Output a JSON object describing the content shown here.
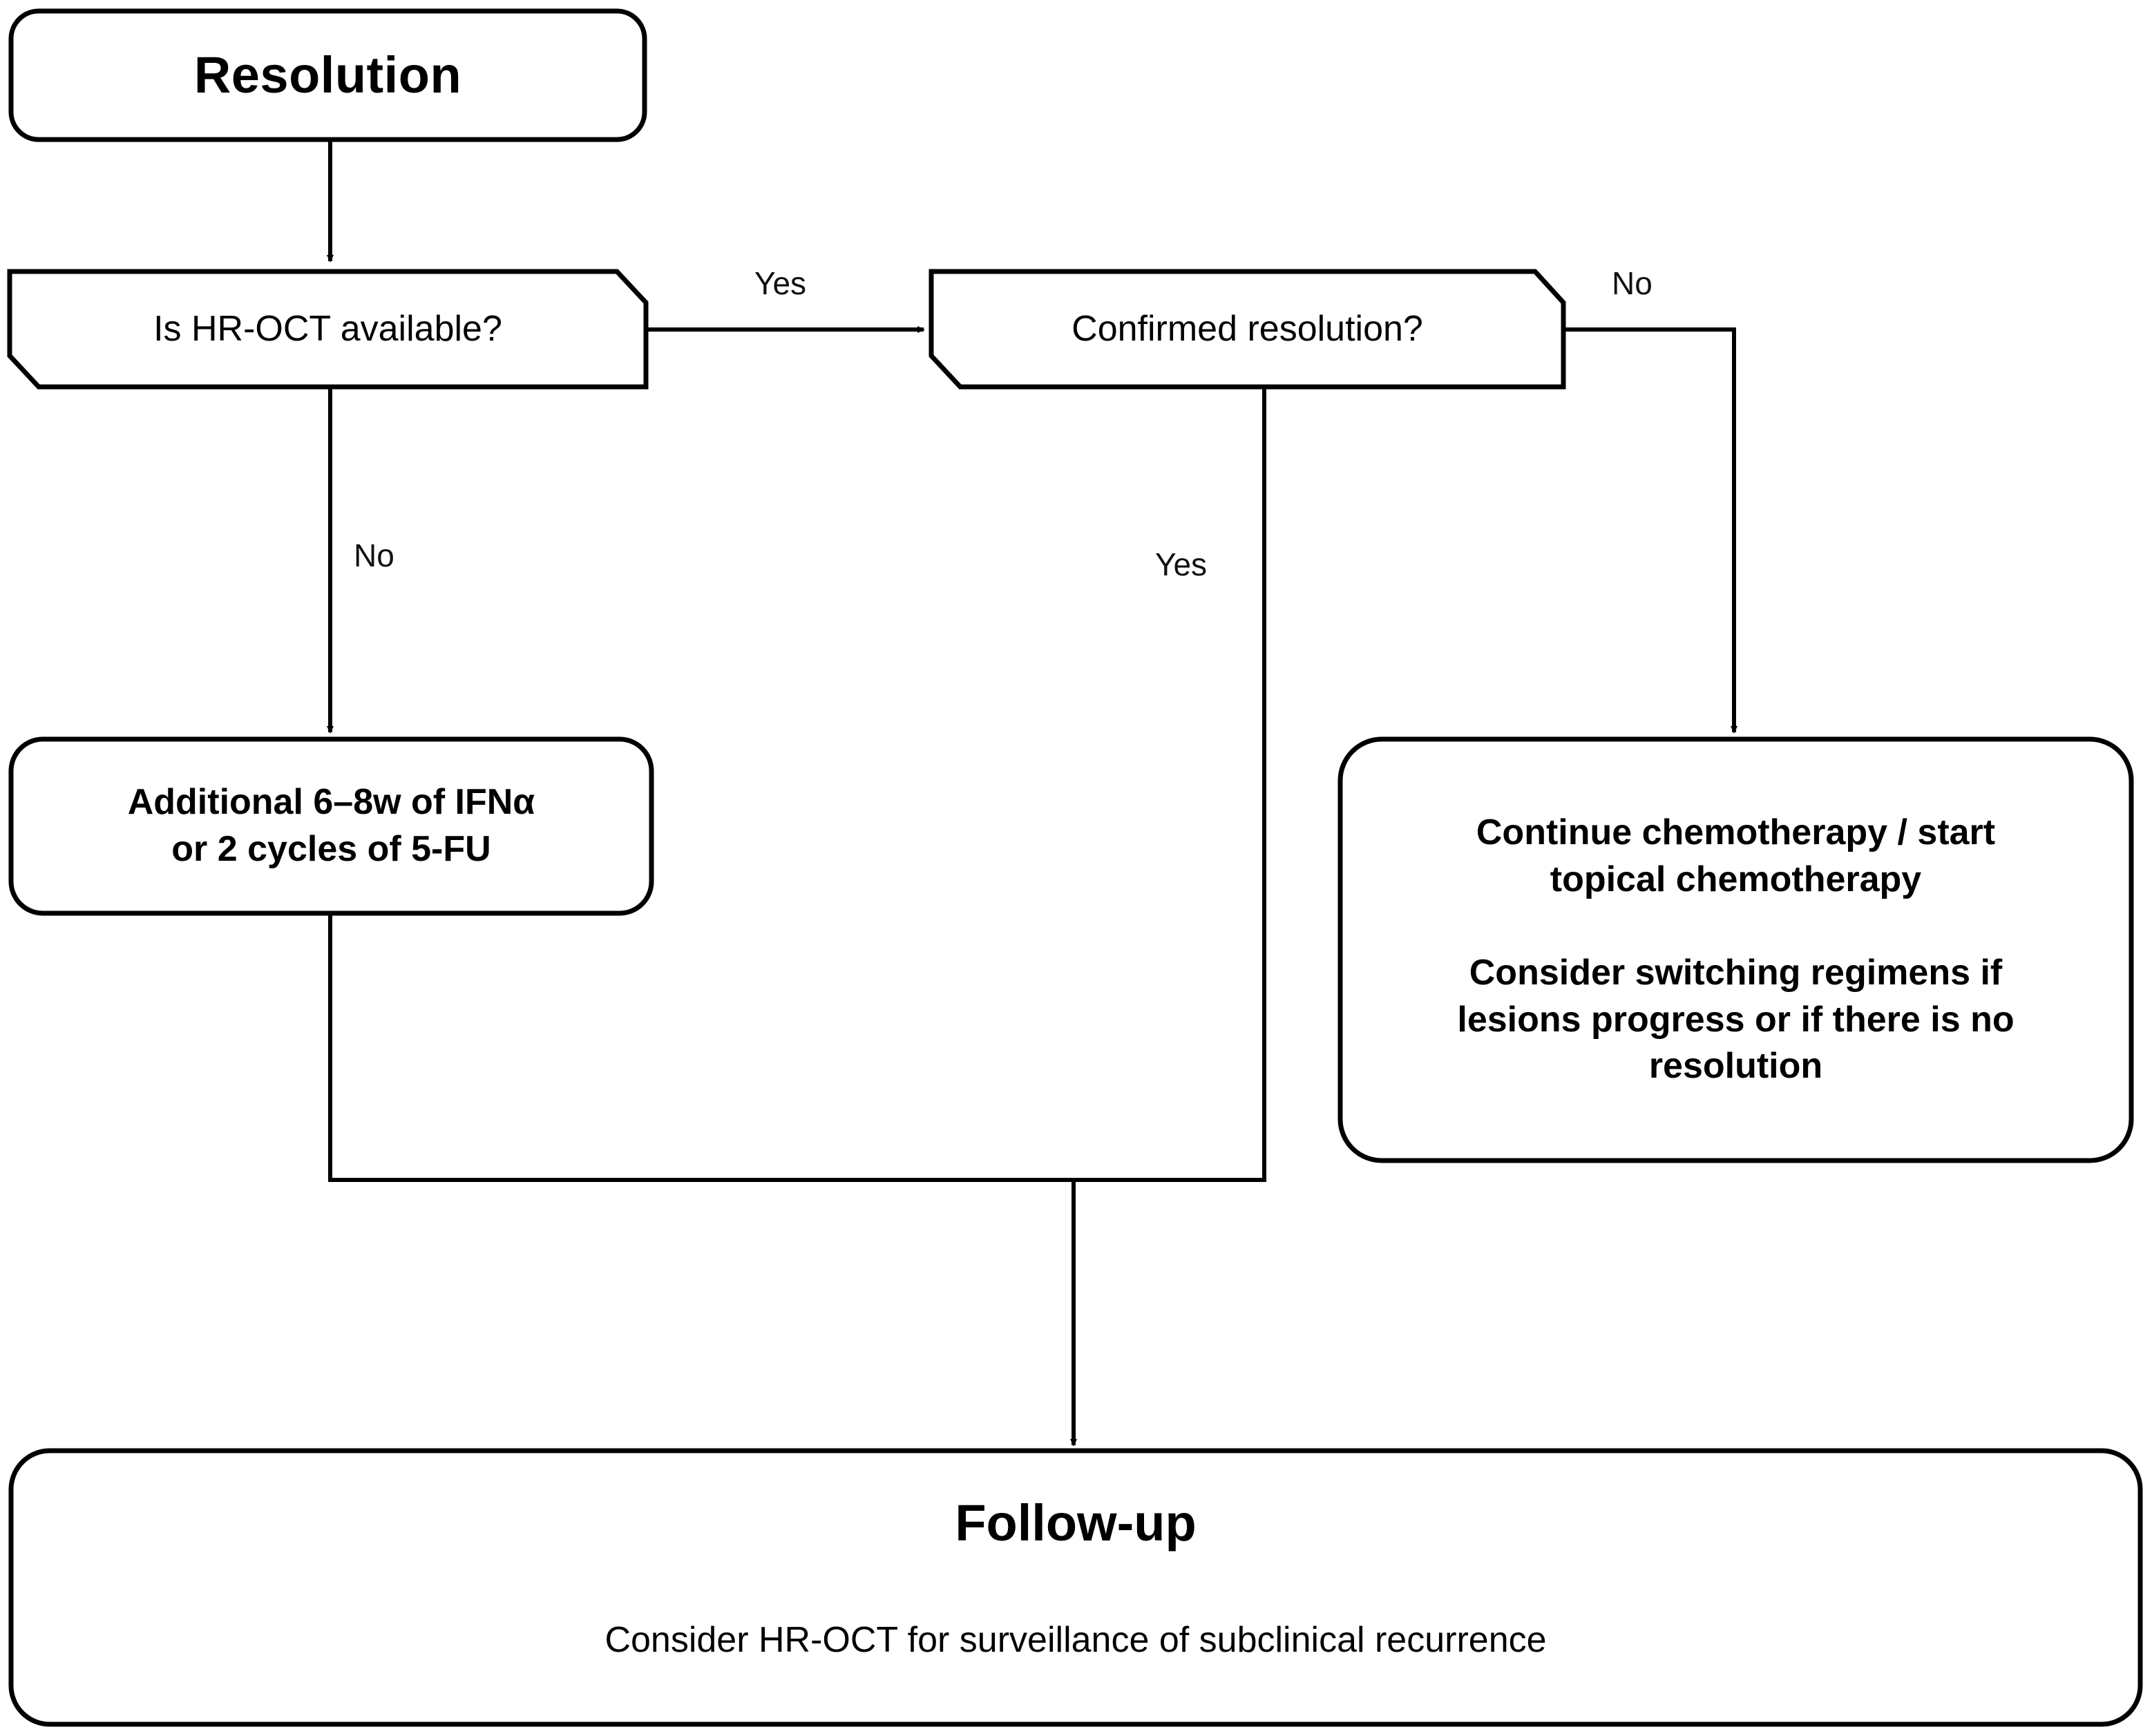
{
  "diagram": {
    "type": "clinical-decision-flowchart",
    "title_node": "Resolution",
    "background": "#ffffff",
    "stroke": "#000000",
    "nodes": [
      {
        "id": "resolution",
        "shape": "rounded-rectangle",
        "label": "Resolution",
        "emphasis": "bold-large"
      },
      {
        "id": "hroct_available",
        "shape": "beveled-decision",
        "label": "Is HR-OCT available?",
        "emphasis": "regular"
      },
      {
        "id": "confirmed_resolution",
        "shape": "beveled-decision",
        "label": "Confirmed resolution?",
        "emphasis": "regular"
      },
      {
        "id": "additional_course",
        "shape": "rounded-rectangle",
        "label": "Additional 6–8w of IFNα\nor 2 cycles of 5-FU",
        "emphasis": "bold"
      },
      {
        "id": "continue_chemo",
        "shape": "rounded-rectangle",
        "label": "Continue chemotherapy / start\ntopical chemotherapy\n\nConsider switching regimens if\nlesions progress or if there is no\nresolution",
        "emphasis": "bold"
      },
      {
        "id": "followup",
        "shape": "rounded-rectangle",
        "title": "Follow-up",
        "subtitle": "Consider HR-OCT for surveillance of subclinical recurrence"
      }
    ],
    "edges": [
      {
        "id": "e1",
        "from": "resolution",
        "to": "hroct_available",
        "label": ""
      },
      {
        "id": "e2",
        "from": "hroct_available",
        "to": "confirmed_resolution",
        "label": "Yes"
      },
      {
        "id": "e3",
        "from": "hroct_available",
        "to": "additional_course",
        "label": "No"
      },
      {
        "id": "e4",
        "from": "confirmed_resolution",
        "to": "followup",
        "label": "Yes"
      },
      {
        "id": "e5",
        "from": "confirmed_resolution",
        "to": "continue_chemo",
        "label": "No"
      },
      {
        "id": "e6",
        "from": "additional_course",
        "to": "followup",
        "label": ""
      }
    ],
    "edge_labels": {
      "hroct_yes": "Yes",
      "hroct_no": "No",
      "confirmed_yes": "Yes",
      "confirmed_no": "No"
    }
  }
}
